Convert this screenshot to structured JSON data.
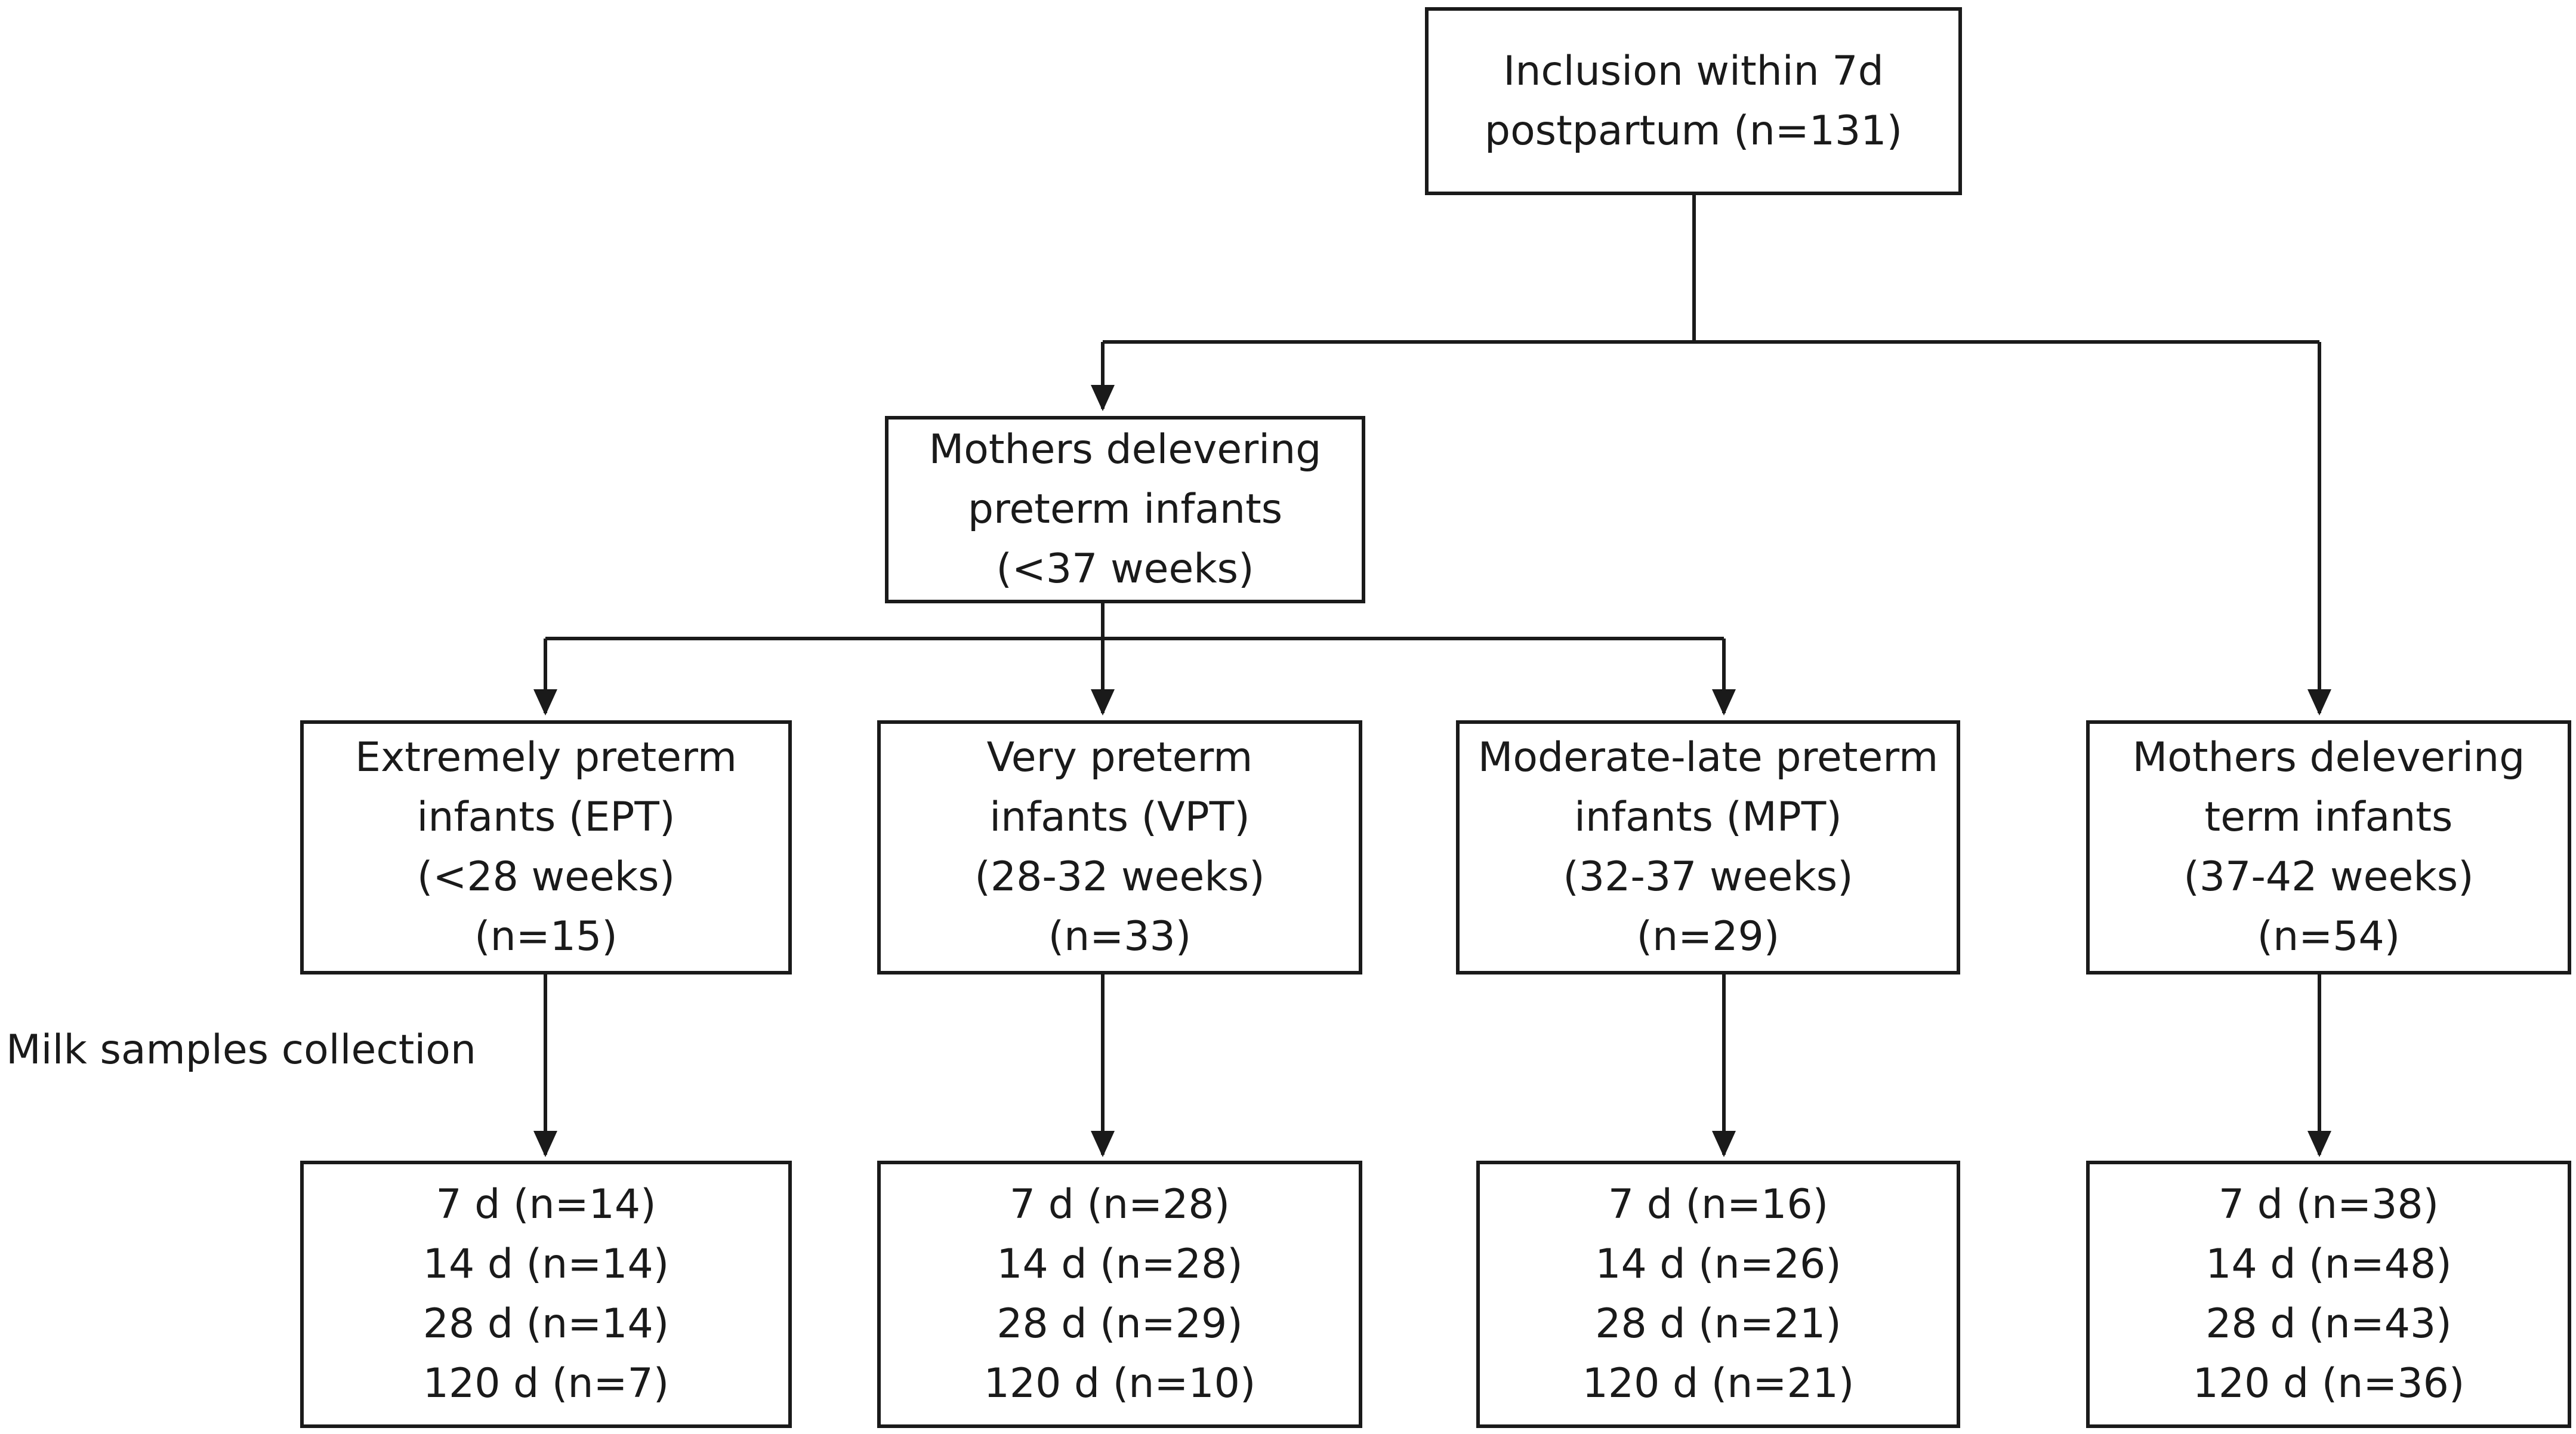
{
  "root": {
    "lines": [
      "Inclusion within 7d",
      "postpartum (n=131)"
    ]
  },
  "preterm": {
    "lines": [
      "Mothers delevering",
      "preterm infants",
      "(<37 weeks)"
    ]
  },
  "groups": [
    {
      "id": "ept",
      "lines": [
        "Extremely preterm",
        "infants (EPT)",
        "(<28 weeks)",
        "(n=15)"
      ]
    },
    {
      "id": "vpt",
      "lines": [
        "Very preterm",
        "infants (VPT)",
        "(28-32 weeks)",
        "(n=33)"
      ]
    },
    {
      "id": "mpt",
      "lines": [
        "Moderate-late preterm",
        "infants (MPT)",
        "(32-37 weeks)",
        "(n=29)"
      ]
    },
    {
      "id": "term",
      "lines": [
        "Mothers delevering",
        "term infants",
        "(37-42 weeks)",
        "(n=54)"
      ]
    }
  ],
  "samples": [
    {
      "id": "ept",
      "lines": [
        "7 d (n=14)",
        "14 d (n=14)",
        "28 d (n=14)",
        "120 d (n=7)"
      ]
    },
    {
      "id": "vpt",
      "lines": [
        "7 d (n=28)",
        "14 d (n=28)",
        "28 d (n=29)",
        "120 d (n=10)"
      ]
    },
    {
      "id": "mpt",
      "lines": [
        "7 d (n=16)",
        "14 d (n=26)",
        "28 d (n=21)",
        "120 d (n=21)"
      ]
    },
    {
      "id": "term",
      "lines": [
        "7 d (n=38)",
        "14 d (n=48)",
        "28 d (n=43)",
        "120 d (n=36)"
      ]
    }
  ],
  "milk_label": "Milk samples collection"
}
